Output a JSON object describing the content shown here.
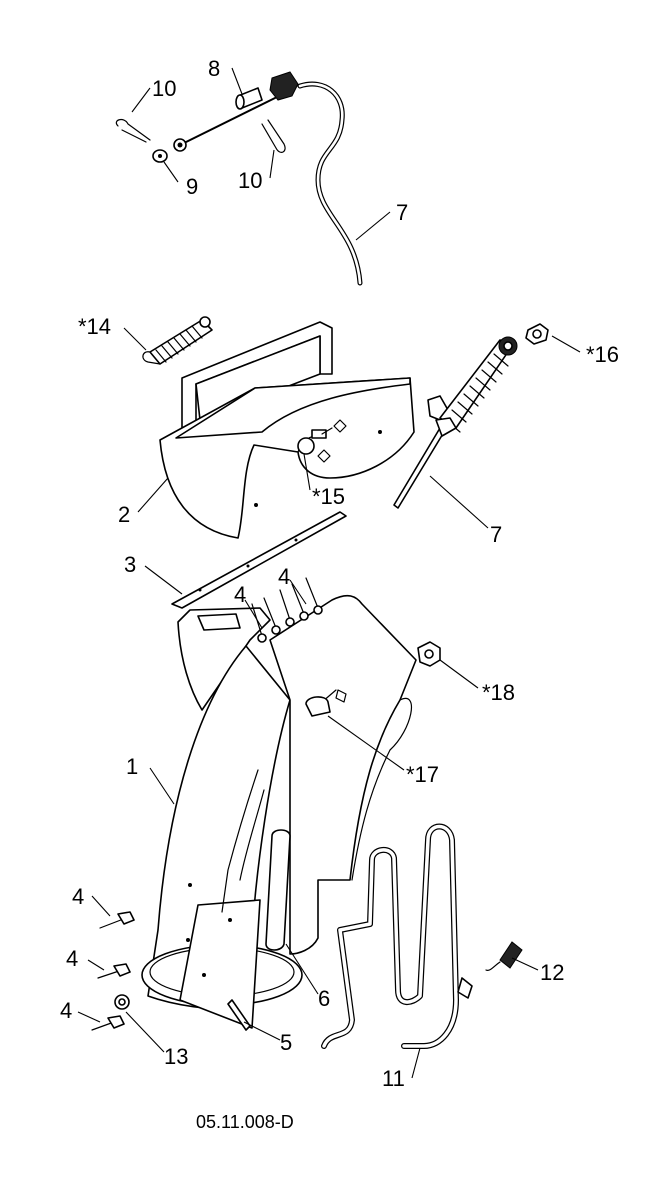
{
  "drawing_number": "05.11.008-D",
  "callouts": {
    "c1": "1",
    "c2": "2",
    "c3": "3",
    "c4a": "4",
    "c4b": "4",
    "c4c": "4",
    "c4d": "4",
    "c4e": "4",
    "c5": "5",
    "c6": "6",
    "c7a": "7",
    "c7b": "7",
    "c8": "8",
    "c9": "9",
    "c10a": "10",
    "c10b": "10",
    "c11": "11",
    "c12": "12",
    "c13": "13",
    "c14": "*14",
    "c15": "*15",
    "c16": "*16",
    "c17": "*17",
    "c18": "*18"
  }
}
